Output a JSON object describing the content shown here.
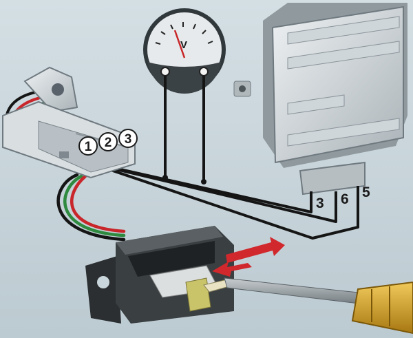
{
  "meter": {
    "unit": "V"
  },
  "connector_pins": [
    "1",
    "2",
    "3"
  ],
  "module_terminals": [
    "3",
    "6",
    "5"
  ],
  "colors": {
    "background": "#c9d6dc",
    "wire_red": "#c8262a",
    "wire_green": "#2e8a3e",
    "wire_black": "#151515",
    "arrow_red": "#d0282c",
    "handle_yellow": "#d6a41e"
  }
}
